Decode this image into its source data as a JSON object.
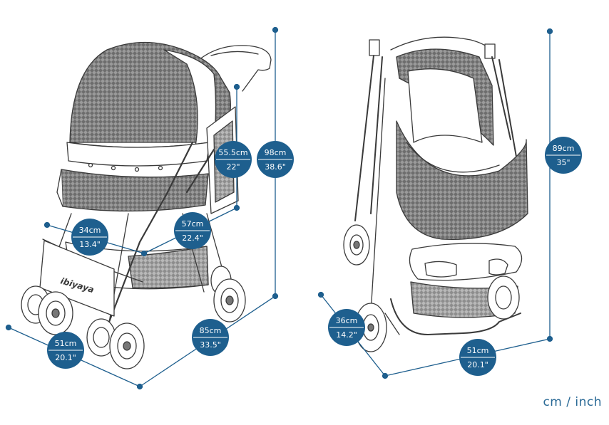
{
  "brand_logo": "ibiyaya",
  "unit_note": "cm / inch",
  "accent_color": "#1e5f8e",
  "line_color": "#1e5f8e",
  "drawing_color": "#3a3a3a",
  "mesh_color": "#8a8a8a",
  "measurements": [
    {
      "id": "canopy-height",
      "metric": "55.5cm",
      "imperial": "22\""
    },
    {
      "id": "total-height",
      "metric": "98cm",
      "imperial": "38.6\""
    },
    {
      "id": "seat-depth",
      "metric": "34cm",
      "imperial": "13.4\""
    },
    {
      "id": "seat-length",
      "metric": "57cm",
      "imperial": "22.4\""
    },
    {
      "id": "width",
      "metric": "51cm",
      "imperial": "20.1\""
    },
    {
      "id": "length",
      "metric": "85cm",
      "imperial": "33.5\""
    },
    {
      "id": "folded-height",
      "metric": "89cm",
      "imperial": "35\""
    },
    {
      "id": "folded-depth",
      "metric": "36cm",
      "imperial": "14.2\""
    },
    {
      "id": "folded-width",
      "metric": "51cm",
      "imperial": "20.1\""
    }
  ]
}
